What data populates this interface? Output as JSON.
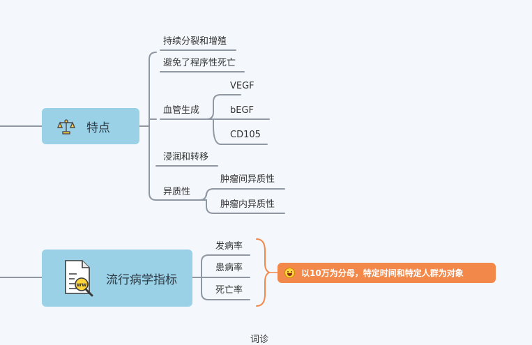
{
  "colors": {
    "background": "#f4f8fc",
    "node_fill": "#9ad1e6",
    "connector": "#8f97a3",
    "bracket": "#f2894a",
    "callout_fill": "#f2894a"
  },
  "nodes": {
    "features": {
      "label": "特点",
      "icon": "balance-scale-icon",
      "children": [
        {
          "label": "持续分裂和增殖"
        },
        {
          "label": "避免了程序性死亡"
        },
        {
          "label": "血管生成",
          "children": [
            "VEGF",
            "bEGF",
            "CD105"
          ]
        },
        {
          "label": "浸润和转移"
        },
        {
          "label": "异质性",
          "children": [
            "肿瘤间异质性",
            "肿瘤内异质性"
          ]
        }
      ]
    },
    "epidemiology": {
      "label": "流行病学指标",
      "icon": "document-search-icon",
      "children": [
        "发病率",
        "患病率",
        "死亡率"
      ],
      "callout": {
        "icon": "laughing-emoji-icon",
        "text": "以10万为分母，特定时间和特定人群为对象"
      }
    }
  },
  "partial_text": "词诊"
}
